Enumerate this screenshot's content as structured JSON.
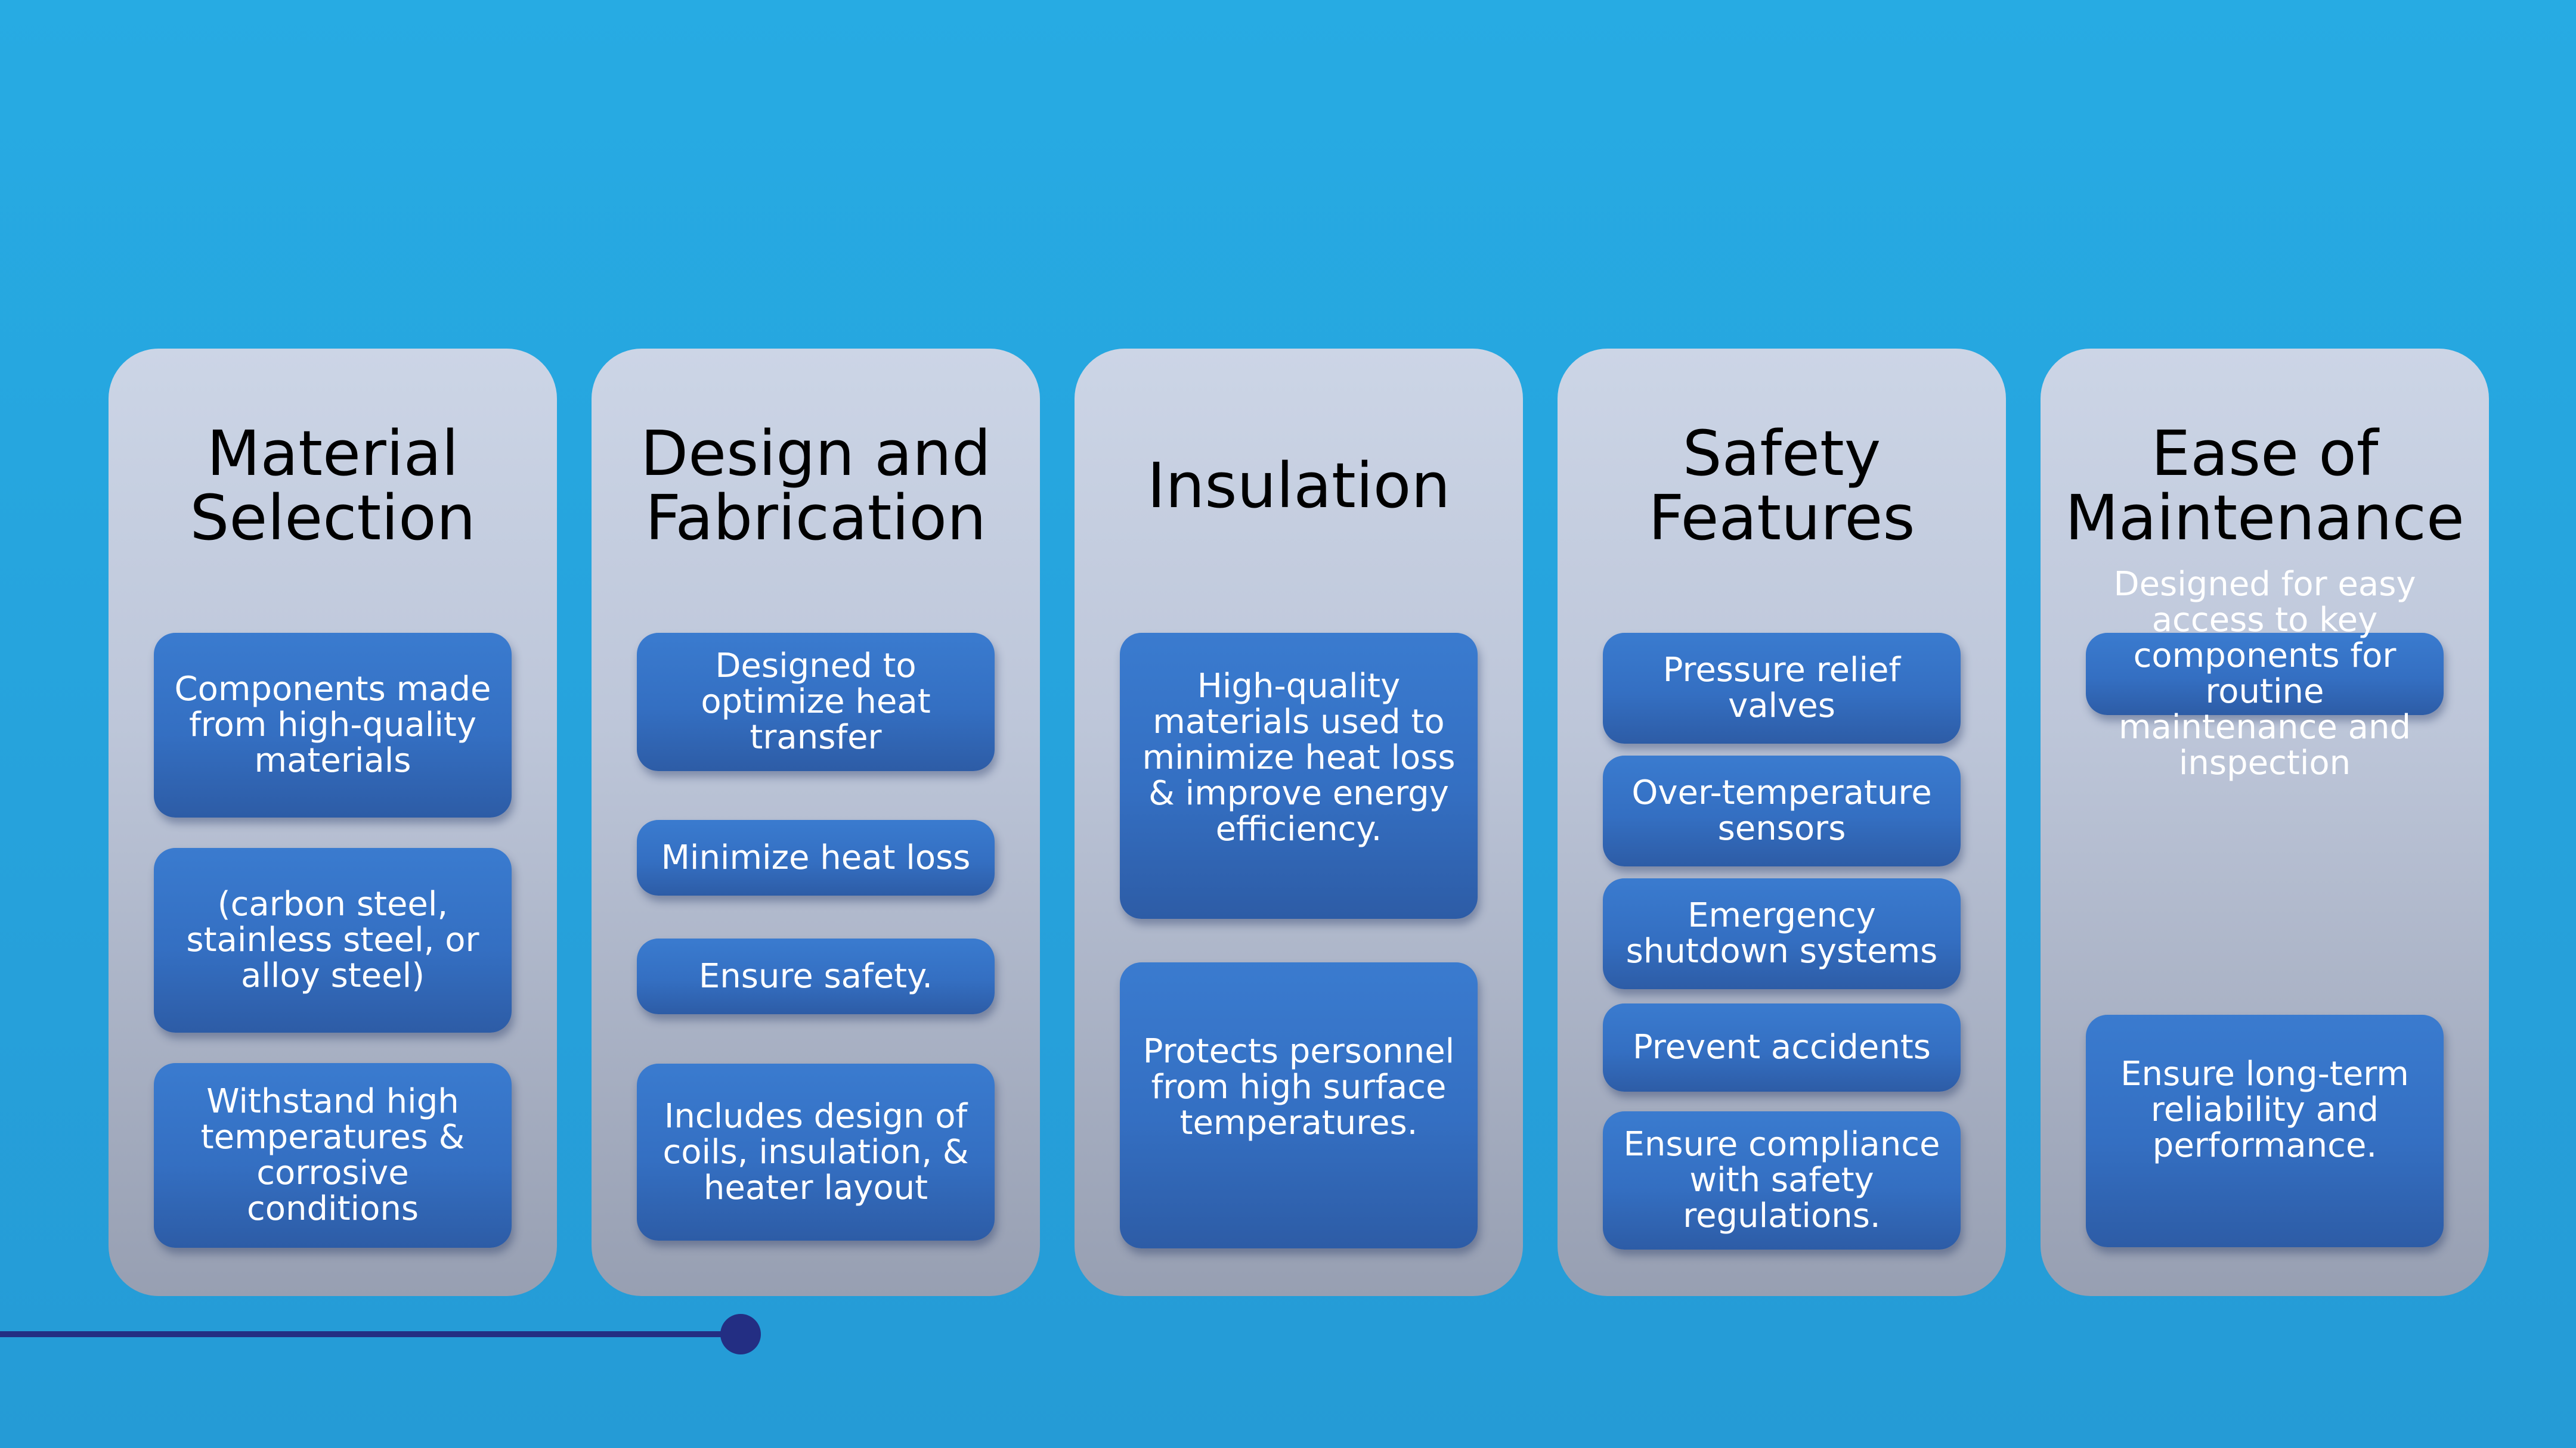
{
  "columns": [
    {
      "title": "Material Selection",
      "items": [
        "Components made from high-quality materials",
        "(carbon steel, stainless steel, or alloy steel)",
        "Withstand high temperatures & corrosive conditions"
      ]
    },
    {
      "title": "Design and Fabrication",
      "items": [
        "Designed to optimize heat transfer",
        "Minimize heat loss",
        "Ensure safety.",
        "Includes design of coils, insulation, & heater layout"
      ]
    },
    {
      "title": "Insulation",
      "items": [
        "High-quality materials  used to minimize heat loss & improve energy efficiency.",
        "Protects personnel from high surface temperatures."
      ]
    },
    {
      "title": "Safety Features",
      "items": [
        "Pressure relief valves",
        "Over-temperature sensors",
        "Emergency shutdown systems",
        "Prevent accidents",
        "Ensure compliance with safety regulations."
      ]
    },
    {
      "title": "Ease of Maintenance",
      "items": [
        "Designed for easy access to key components for routine maintenance and inspection",
        "Ensure long-term reliability and performance."
      ]
    }
  ],
  "colors": {
    "background": "#27ABE3",
    "column": "#C5CEE0",
    "box": "#3574C6",
    "progress": "#232E83"
  },
  "progress": {
    "fraction": 0.29
  }
}
